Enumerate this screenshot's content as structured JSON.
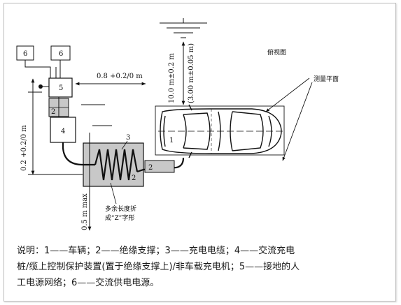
{
  "labels": {
    "box6_left": "6",
    "box6_right": "6",
    "box5": "5",
    "box4": "4",
    "insulator_small": "2",
    "insulator_big": "2",
    "insulator_right": "2",
    "cable": "3",
    "car": "1",
    "top_view": "俯视图",
    "measure_plane": "测量平面",
    "excess_cable": [
      "多余长度折",
      "成“Z”字形"
    ],
    "dim_horizontal": "0.8 +0.2/0 m",
    "dim_vertical_left": "0.2 +0.2/0 m",
    "dim_bottom": "0.5 m max",
    "dim_height_a": "10.0 m±0.2 m",
    "dim_height_b": "(3.00 m±0.05 m)"
  },
  "caption": {
    "lines": [
      "说明：1——车辆；2——绝缘支撑；3——充电电缆；4——交流充电",
      "桩/缆上控制保护装置(置于绝缘支撑上)/非车载充电机；5——接地的人",
      "工电源网络；6——交流供电电源。"
    ]
  },
  "colors": {
    "line": "#111111",
    "insulator_fill": "#c8c8c8",
    "caption_text": "#1a1a1a"
  }
}
